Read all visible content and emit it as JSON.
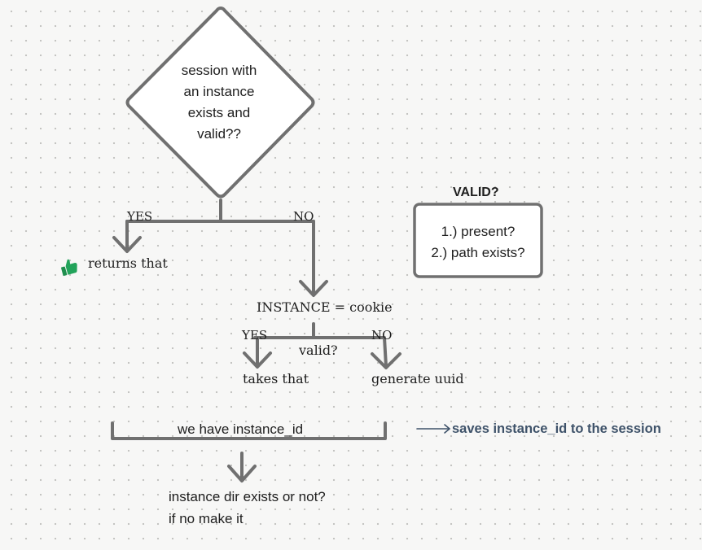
{
  "decision": {
    "lines": [
      "session with",
      "an instance",
      "exists and",
      "valid??"
    ]
  },
  "branch1": {
    "yes": "YES",
    "no": "NO",
    "yes_result": "returns that"
  },
  "instance_step": {
    "label": "INSTANCE = cookie",
    "question": "valid?",
    "yes": "YES",
    "no": "NO",
    "yes_result": "takes that",
    "no_result": "generate uuid"
  },
  "merge": {
    "label": "we have instance_id"
  },
  "side_note": {
    "text": "saves instance_id to the session"
  },
  "valid_box": {
    "title": "VALID?",
    "items": [
      "1.) present?",
      "2.) path exists?"
    ]
  },
  "final_step": {
    "lines": [
      "instance dir exists or not?",
      "if no make it"
    ]
  },
  "icons": {
    "thumbs": "thumbs-up-icon"
  },
  "colors": {
    "stroke": "#707070",
    "arrow_note": "#3e5269",
    "thumb": "#22a35a"
  }
}
